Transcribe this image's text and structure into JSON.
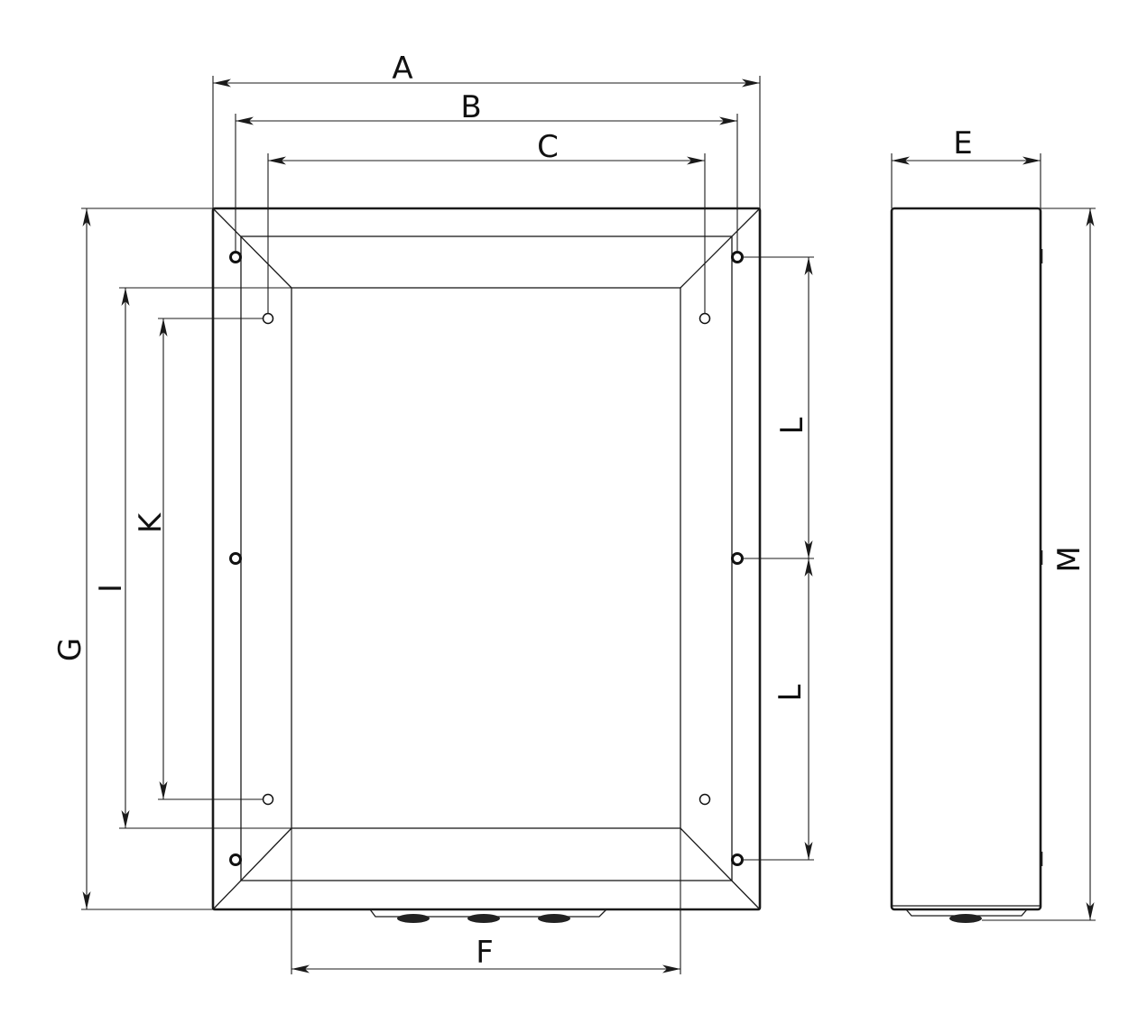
{
  "labels": {
    "a": "A",
    "b": "B",
    "c": "C",
    "e": "E",
    "f": "F",
    "g": "G",
    "i": "I",
    "k": "K",
    "l_upper": "L",
    "l_lower": "L",
    "m": "M"
  },
  "colors": {
    "line": "#1a1a1a",
    "background": "#ffffff"
  }
}
